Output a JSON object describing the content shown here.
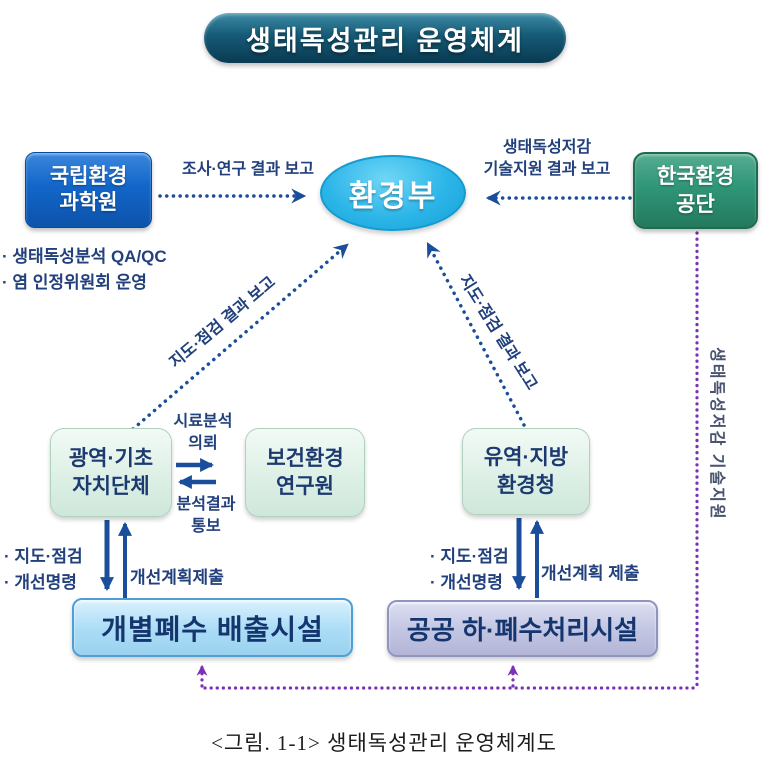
{
  "title": "생태독성관리 운영체계",
  "caption": "<그림. 1-1> 생태독성관리 운영체계도",
  "nodes": {
    "nier": {
      "line1": "국립환경",
      "line2": "과학원"
    },
    "moe": {
      "label": "환경부"
    },
    "keco": {
      "line1": "한국환경",
      "line2": "공단"
    },
    "local_gov": {
      "line1": "광역·기초",
      "line2": "자치단체"
    },
    "health_env_institute": {
      "line1": "보건환경",
      "line2": "연구원"
    },
    "regional_env_office": {
      "line1": "유역·지방",
      "line2": "환경청"
    },
    "individual_discharge": {
      "label": "개별폐수 배출시설"
    },
    "public_treatment": {
      "label": "공공 하·폐수처리시설"
    }
  },
  "annotations": {
    "nier_note1": "· 생태독성분석 QA/QC",
    "nier_note2": "· 염 인정위원회 운영",
    "survey_report": "조사·연구 결과 보고",
    "tech_support_report_line1": "생태독성저감",
    "tech_support_report_line2": "기술지원 결과 보고",
    "guidance_report_left": "지도·점검 결과 보고",
    "guidance_report_right": "지도·점검 결과 보고",
    "sample_request_line1": "시료분석",
    "sample_request_line2": "의뢰",
    "analysis_result_line1": "분석결과",
    "analysis_result_line2": "통보",
    "left_guidance_line1": "· 지도·점검",
    "left_guidance_line2": "· 개선명령",
    "left_plan_submit": "개선계획제출",
    "right_guidance_line1": "· 지도·점검",
    "right_guidance_line2": "· 개선명령",
    "right_plan_submit": "개선계획 제출",
    "vertical_tech_support": "생태독성저감 기술지원"
  },
  "colors": {
    "title_bg": "#0f4f6b",
    "nier_bg": "#1266c9",
    "moe_bg": "#2cb5e8",
    "keco_bg": "#2f9678",
    "mint_bg": "#ddf0e6",
    "sky_bg": "#aadcf6",
    "lavender_bg": "#c2c5e2",
    "navy_text": "#1c3a70",
    "arrow_blue": "#1a4e9a",
    "arrow_purple": "#7b30b8"
  }
}
